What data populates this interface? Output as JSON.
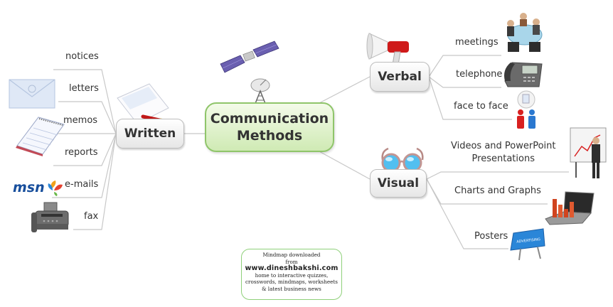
{
  "central": {
    "line1": "Communication",
    "line2": "Methods"
  },
  "branches": {
    "written": {
      "label": "Written",
      "items": [
        "notices",
        "letters",
        "memos",
        "reports",
        "e-mails",
        "fax"
      ]
    },
    "verbal": {
      "label": "Verbal",
      "items": [
        "meetings",
        "telephone",
        "face to face"
      ]
    },
    "visual": {
      "label": "Visual",
      "items": [
        {
          "line1": "Videos and PowerPoint",
          "line2": "Presentations"
        },
        "Charts and Graphs",
        "Posters"
      ]
    }
  },
  "logos": {
    "msn": "msn",
    "poster_text": "ADVERTISING"
  },
  "credit": {
    "line1": "Mindmap downloaded",
    "line2": "from",
    "site": "www.dineshbakshi.com",
    "line3": "home to interactive quizzes,",
    "line4": "crosswords, mindmaps, worksheets",
    "line5": "& latest business news"
  },
  "colors": {
    "central_fill": "#d9efc4",
    "central_border": "#8fc56a",
    "connector": "#c8c8c8",
    "node_border": "#bdbdbd"
  }
}
